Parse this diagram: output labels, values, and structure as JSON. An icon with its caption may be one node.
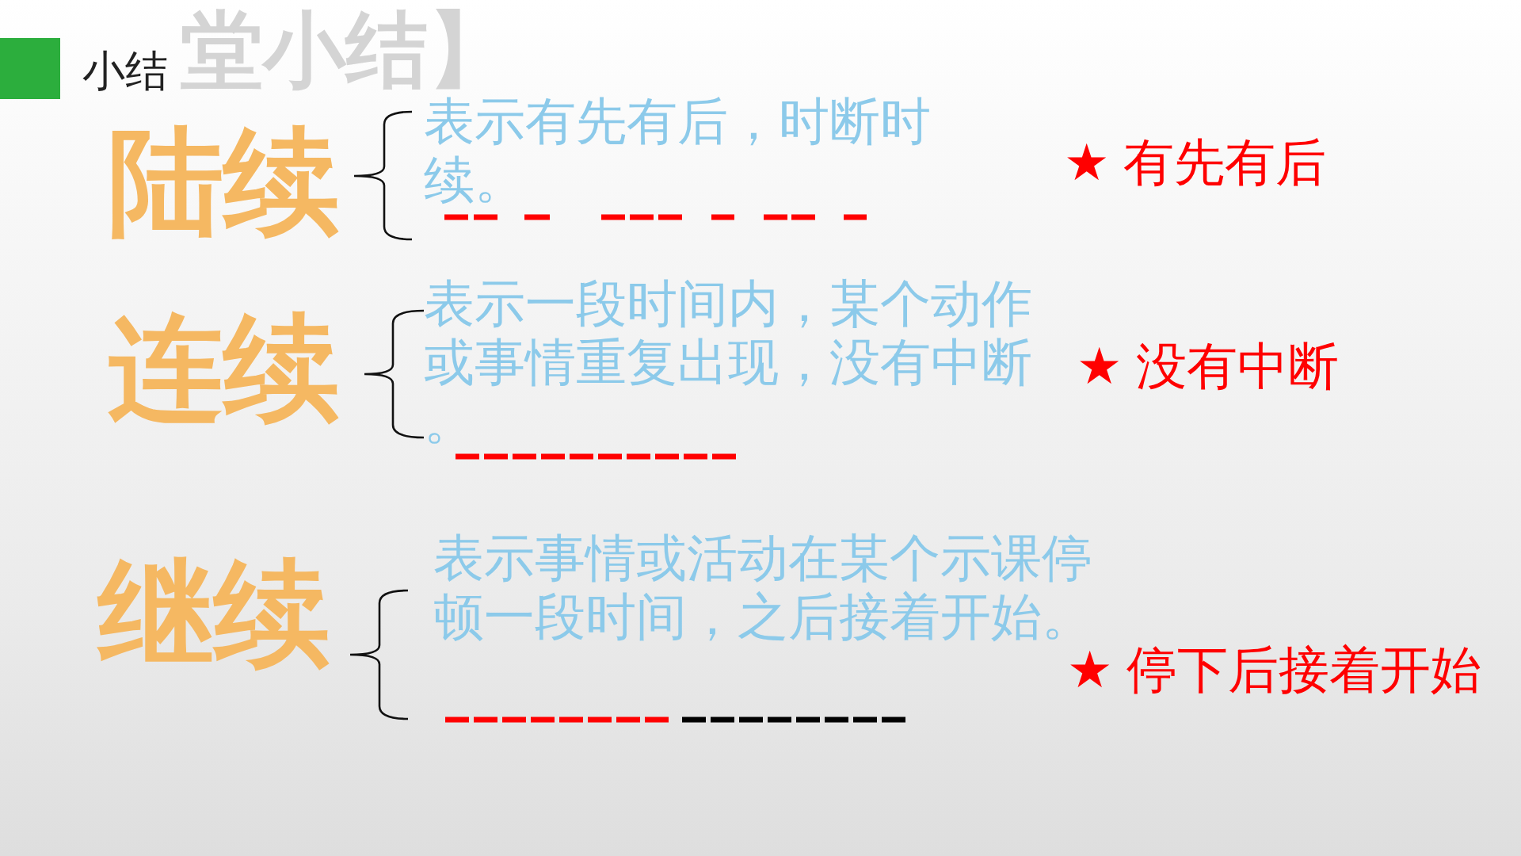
{
  "diagram": {
    "title": "小结",
    "labels": [
      "堂小结】",
      "陆续",
      "表示有先有后，时断时续。",
      "★ 有先有后",
      "连续",
      "表示一段时间内，某个动作或事情重复出现，没有中断。",
      "★ 没有中断",
      "继续",
      "表示事情或活动在某个示课停顿一段时间，之后接着开始。",
      "★ 停下后接着开始"
    ]
  }
}
